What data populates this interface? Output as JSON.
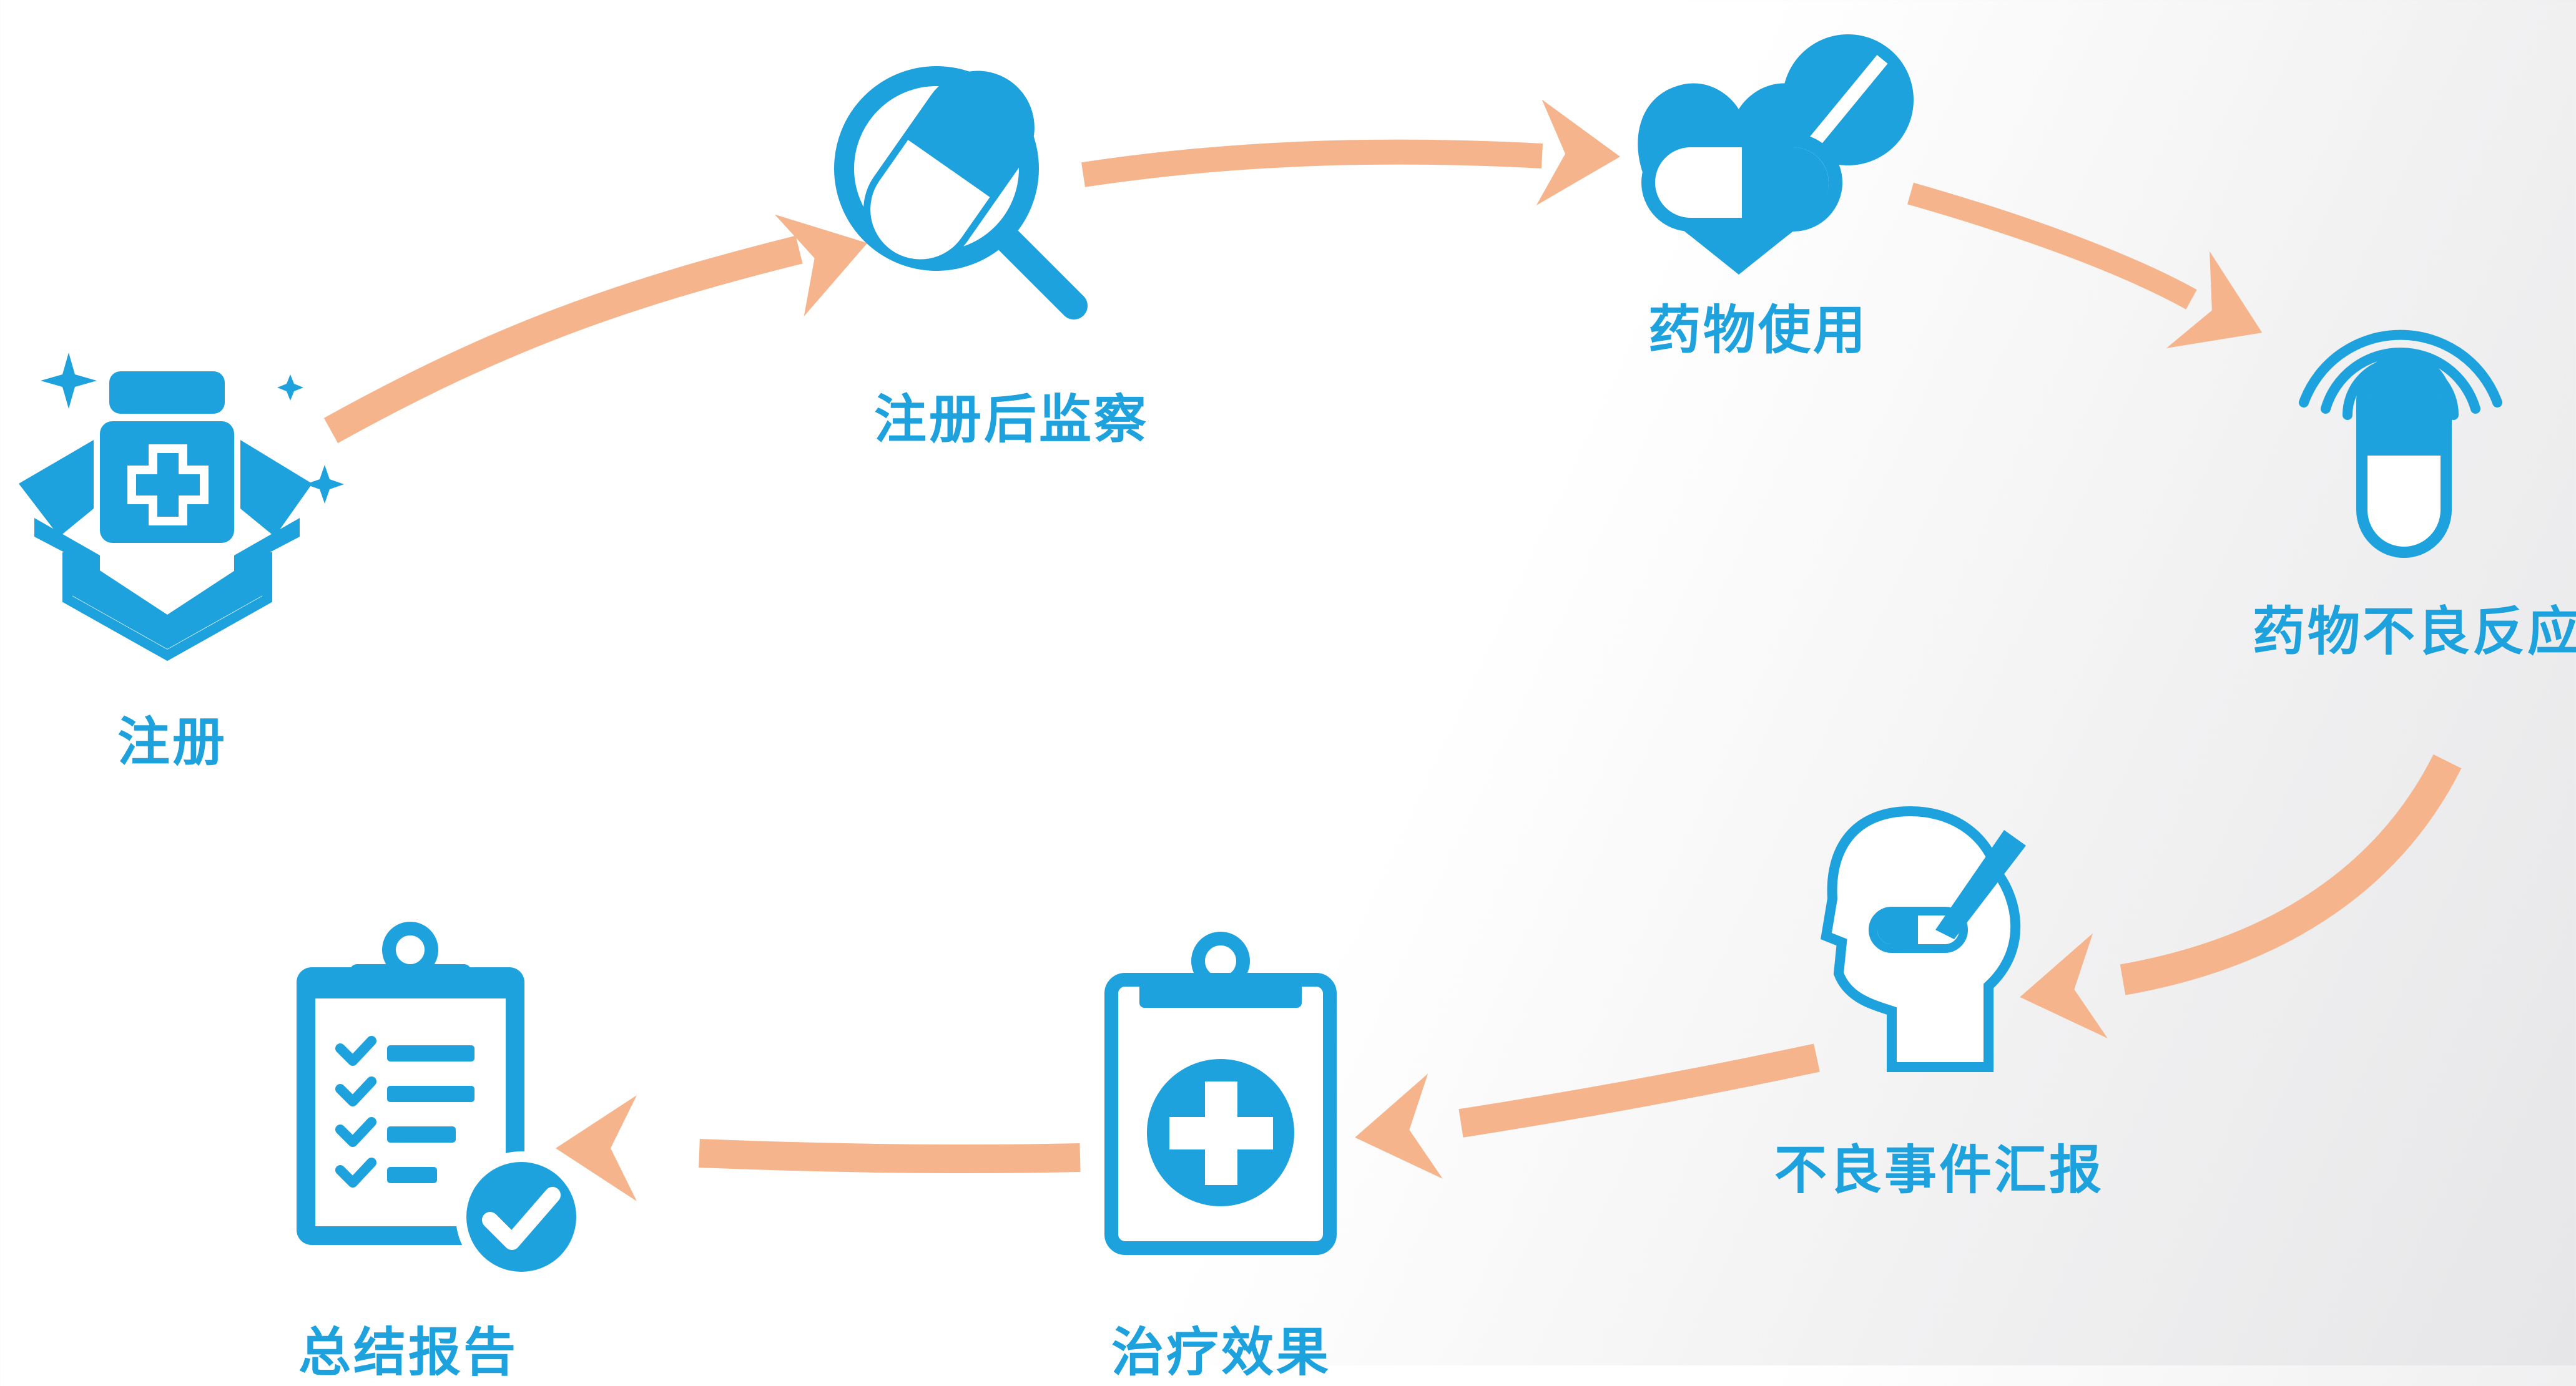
{
  "nodes": {
    "registration": "注册",
    "post_marketing_surveillance": "注册后监察",
    "drug_use": "药物使用",
    "adverse_reaction": "药物不良反应",
    "adverse_event_report": "不良事件汇报",
    "treatment_effect": "治疗效果",
    "summary_report": "总结报告"
  },
  "colors": {
    "icon": "#1ea2dd",
    "arrow": "#f5b48b",
    "background": "#ffffff"
  },
  "icons": [
    "medicine-box-icon",
    "magnifier-pill-icon",
    "heart-pill-icon",
    "capsule-signal-icon",
    "head-pill-icon",
    "clipboard-cross-icon",
    "clipboard-checklist-icon"
  ]
}
